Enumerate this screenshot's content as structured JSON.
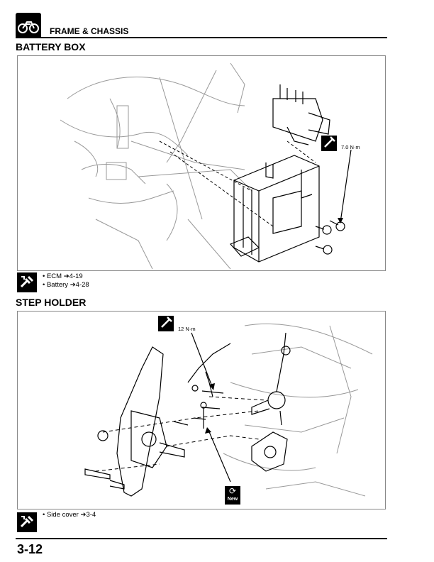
{
  "header": {
    "chapter_title": "FRAME & CHASSIS"
  },
  "sections": [
    {
      "title": "BATTERY BOX",
      "torque": "7.0 N·m",
      "notes": [
        "• ECM ➔4-19",
        "• Battery ➔4-28"
      ]
    },
    {
      "title": "STEP HOLDER",
      "torque": "12 N·m",
      "new_label": "New",
      "notes": [
        "• Side cover ➔3-4"
      ]
    }
  ],
  "footer": {
    "page_number": "3-12"
  }
}
